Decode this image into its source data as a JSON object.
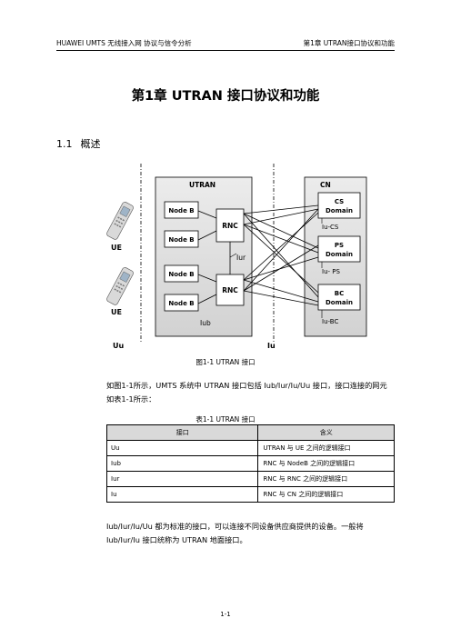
{
  "header": {
    "left": "HUAWEI UMTS 无线接入网 协议与信令分析",
    "right": "第1章  UTRAN接口协议和功能"
  },
  "chapter_title": "第1章  UTRAN 接口协议和功能",
  "section": {
    "number": "1.1",
    "title": "概述"
  },
  "figure": {
    "caption": "图1-1  UTRAN 接口",
    "utran_label": "UTRAN",
    "cn_label": "CN",
    "ue_label": "UE",
    "node_b_label": "Node B",
    "rnc_label": "RNC",
    "iur_label": "Iur",
    "iub_label": "Iub",
    "uu_label": "Uu",
    "iu_label": "Iu",
    "domains": [
      {
        "line1": "CS",
        "line2": "Domain",
        "iface": "Iu-CS"
      },
      {
        "line1": "PS",
        "line2": "Domain",
        "iface": "Iu- PS"
      },
      {
        "line1": "BC",
        "line2": "Domain",
        "iface": "Iu-BC"
      }
    ]
  },
  "paragraph1_line1": "如图1-1所示，UMTS 系统中 UTRAN 接口包括 Iub/Iur/Iu/Uu 接口，接口连接的网元",
  "paragraph1_line2": "如表1-1所示：",
  "table": {
    "caption": "表1-1  UTRAN 接口",
    "headers": [
      "接口",
      "含义"
    ],
    "rows": [
      [
        "Uu",
        "UTRAN 与 UE 之间的逻辑接口"
      ],
      [
        "Iub",
        "RNC 与 NodeB 之间的逻辑接口"
      ],
      [
        "Iur",
        "RNC 与 RNC 之间的逻辑接口"
      ],
      [
        "Iu",
        "RNC 与 CN 之间的逻辑接口"
      ]
    ]
  },
  "paragraph2_line1": "Iub/Iur/Iu/Uu  都为标准的接口，可以连接不同设备供应商提供的设备。一般将",
  "paragraph2_line2": "Iub/Iur/Iu 接口统称为 UTRAN 地面接口。",
  "page_number": "1-1"
}
